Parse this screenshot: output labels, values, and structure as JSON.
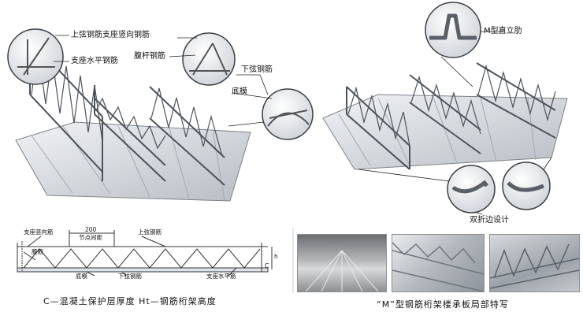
{
  "left_diagram": {
    "labels": {
      "upper_chord_support_vertical": "上弦钢筋支座竖向钢筋",
      "support_horizontal": "支座水平钢筋",
      "web_bar": "腹杆钢筋",
      "lower_chord": "下弦钢筋",
      "bottom_form": "底模"
    }
  },
  "right_diagram": {
    "labels": {
      "m_rib": "M型直立肋",
      "double_fold": "双折边设计"
    }
  },
  "section": {
    "labels": {
      "support_vertical": "支座竖向筋",
      "dimension": "200",
      "node_spacing": "节点间距",
      "upper_chord": "上弦钢筋",
      "web": "腹筋",
      "bottom_form": "底模",
      "lower_chord": "下弦钢筋",
      "support_horizontal": "支座水平筋",
      "c_mark": "C",
      "h_mark": "h"
    },
    "caption": "C—混凝土保护层厚度    Ht—钢筋桁架高度"
  },
  "photos": {
    "caption": "“M”型钢筋桁架楼承板局部特写"
  },
  "colors": {
    "steel_light": "#e6e9ed",
    "steel_mid": "#b9bec5",
    "steel_dark": "#6f757d",
    "line": "#333333"
  }
}
